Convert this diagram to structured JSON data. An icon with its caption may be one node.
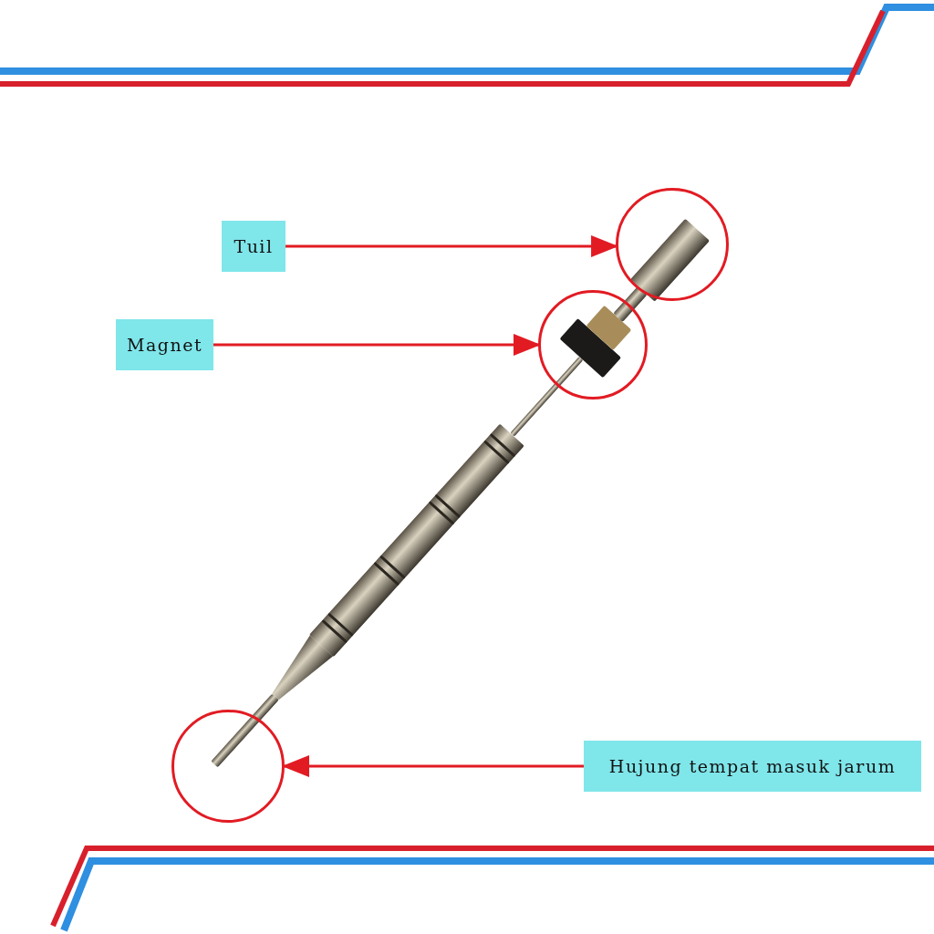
{
  "diagram": {
    "nodes": [
      {
        "text": [
          "Tuil"
        ]
      },
      {
        "text": [],
        "shape": "circle"
      },
      {
        "text": [
          "Magnet"
        ]
      },
      {
        "text": [],
        "shape": "circle"
      },
      {
        "text": [
          "Hujung tempat masuk jarum"
        ]
      },
      {
        "text": [],
        "shape": "circle"
      }
    ],
    "edges": [
      {
        "from": 0,
        "to": 1,
        "arrow": "to"
      },
      {
        "from": 2,
        "to": 3,
        "arrow": "to"
      },
      {
        "from": 4,
        "to": 5,
        "arrow": "to"
      }
    ]
  }
}
